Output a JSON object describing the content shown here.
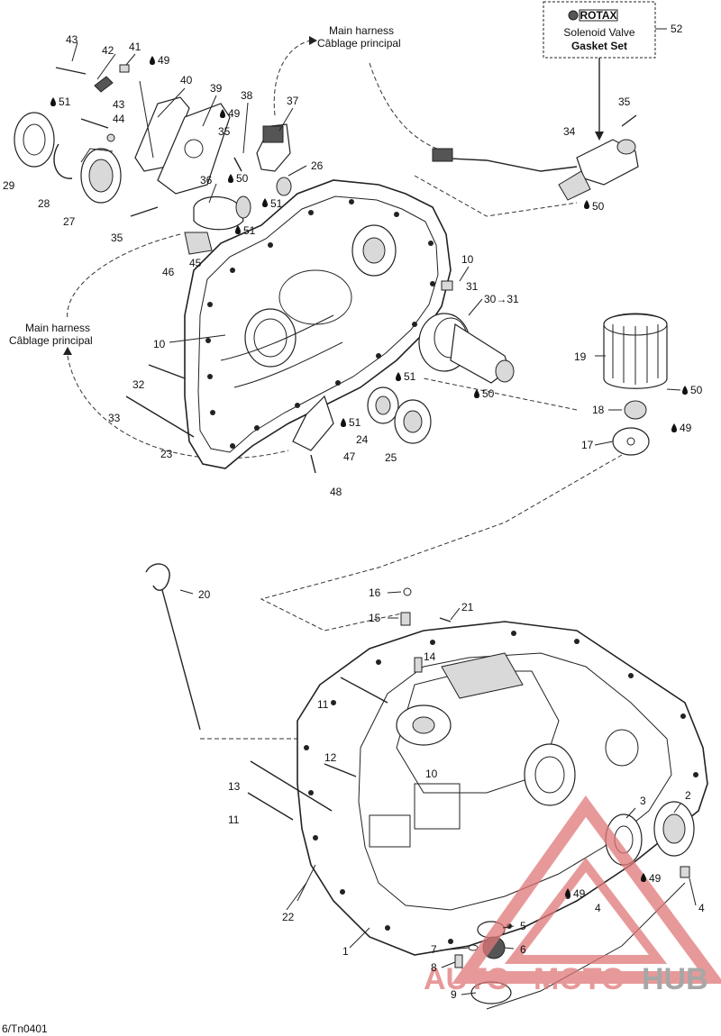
{
  "rotax_box": {
    "brand": "ROTAX",
    "line1": "Solenoid Valve",
    "line2": "Gasket Set",
    "ref": "52"
  },
  "harness": {
    "top_en": "Main harness",
    "top_fr": "Câblage principal",
    "left_en": "Main harness",
    "left_fr": "Câblage principal"
  },
  "refs": {
    "r43a": "43",
    "r42": "42",
    "r41": "41",
    "r49a": "49",
    "r51a": "51",
    "r43b": "43",
    "r44": "44",
    "r29": "29",
    "r28": "28",
    "r27": "27",
    "r40": "40",
    "r39": "39",
    "r38": "38",
    "r37": "37",
    "r49b": "49",
    "r35a": "35",
    "r50a": "50",
    "r36": "36",
    "r51b": "51",
    "r26": "26",
    "r35b": "35",
    "r46": "46",
    "r45": "45",
    "r51c": "51",
    "r35c": "35",
    "r34": "34",
    "r50b": "50",
    "r10a": "10",
    "r31a": "31",
    "r3031": "30→31",
    "r10b": "10",
    "r32": "32",
    "r33": "33",
    "r23": "23",
    "r51d": "51",
    "r50c": "50",
    "r51e": "51",
    "r24": "24",
    "r47": "47",
    "r25": "25",
    "r48": "48",
    "r19": "19",
    "r50d": "50",
    "r18": "18",
    "r49c": "49",
    "r17": "17",
    "r20": "20",
    "r16": "16",
    "r15": "15",
    "r21": "21",
    "r14": "14",
    "r11a": "11",
    "r12": "12",
    "r10c": "10",
    "r13": "13",
    "r11b": "11",
    "r3": "3",
    "r2": "2",
    "r49d": "49",
    "r49e": "49",
    "r4a": "4",
    "r4b": "4",
    "r22": "22",
    "r5": "5",
    "r1": "1",
    "r7": "7",
    "r6": "6",
    "r8": "8",
    "r9": "9"
  },
  "watermark": {
    "auto": "AUTO",
    "moto": "MOTO",
    "hub": "HUB"
  },
  "figure_code": "6/Tn0401"
}
